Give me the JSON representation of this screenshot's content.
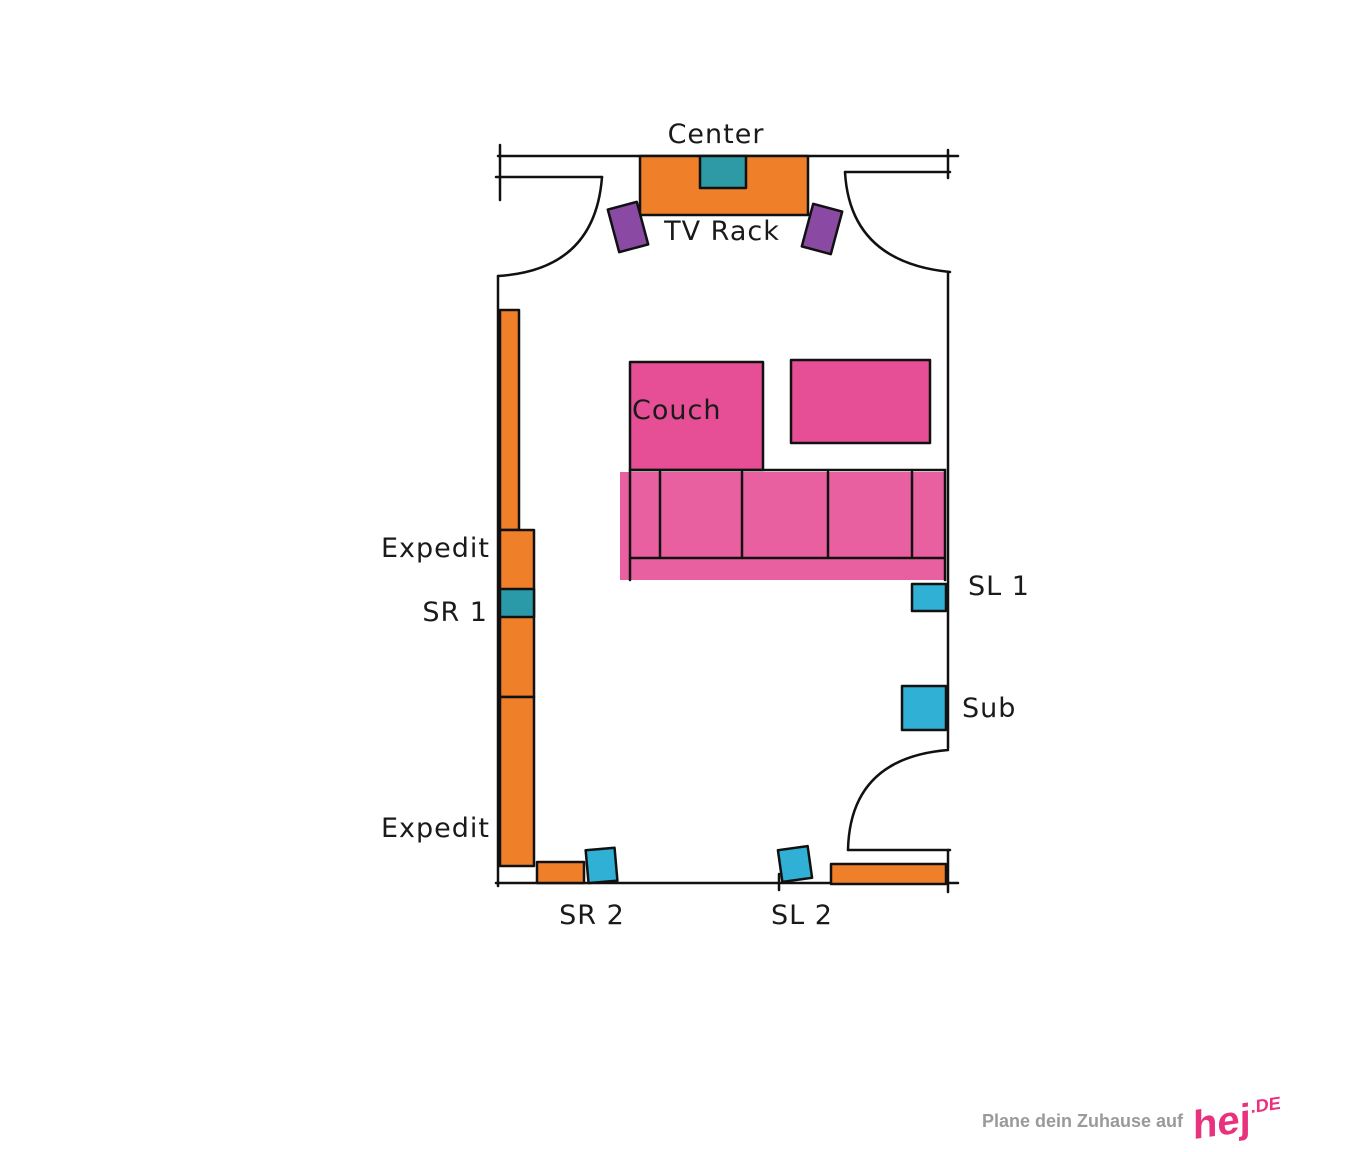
{
  "plan": {
    "labels": {
      "center": "Center",
      "tv_rack": "TV Rack",
      "couch": "Couch",
      "expedit_upper": "Expedit",
      "expedit_lower": "Expedit",
      "sr1": "SR 1",
      "sl1": "SL 1",
      "sub": "Sub",
      "sr2": "SR 2",
      "sl2": "SL 2"
    },
    "colors": {
      "furniture": "#f07f2a",
      "couch": "#e64f96",
      "center_speaker": "#2e9aa6",
      "front_speakers": "#8a4aa3",
      "surround_speakers": "#2fb0d4"
    }
  },
  "footer": {
    "text": "Plane dein Zuhause auf",
    "logo": "hej",
    "logo_suffix": ".DE"
  }
}
